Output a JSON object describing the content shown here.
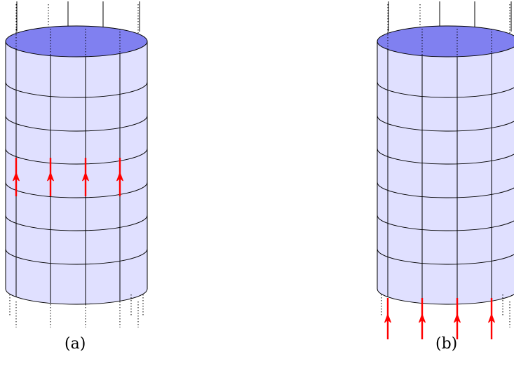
{
  "figure": {
    "panels": [
      {
        "id": "a",
        "caption": "(a)",
        "arrows_at": "middle-ring"
      },
      {
        "id": "b",
        "caption": "(b)",
        "arrows_at": "below-bottom"
      }
    ],
    "colors": {
      "body_fill": "#e0e0ff",
      "top_fill": "#8080f0",
      "lines": "#000000",
      "arrows": "#ff0000"
    },
    "cylinder": {
      "horizontal_rings": 6,
      "visible_vertical_lines": 4
    }
  }
}
